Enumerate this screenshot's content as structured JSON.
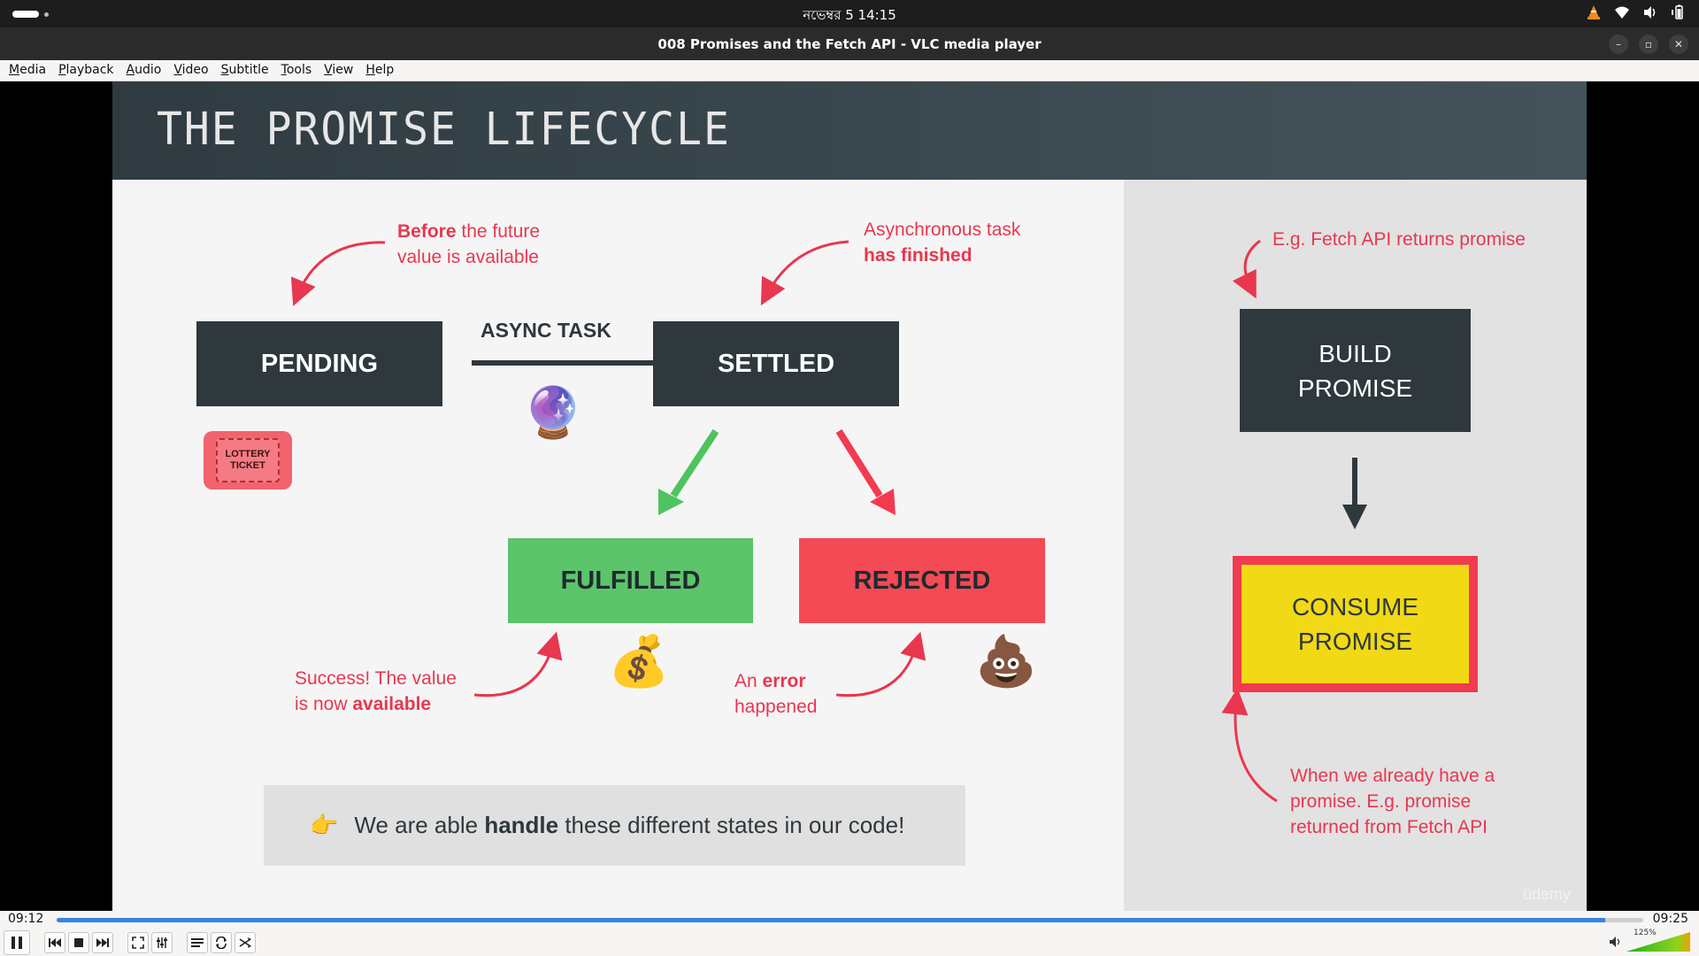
{
  "system_bar": {
    "clock": "নভেম্বর 5  14:15"
  },
  "window": {
    "title": "008 Promises and the Fetch API - VLC media player",
    "minimize": "–",
    "maximize": "▫",
    "close": "✕"
  },
  "menu": {
    "items": [
      {
        "label": "Media",
        "mnemonic": "M",
        "rest": "edia"
      },
      {
        "label": "Playback",
        "mnemonic": "P",
        "rest": "layback"
      },
      {
        "label": "Audio",
        "mnemonic": "A",
        "rest": "udio"
      },
      {
        "label": "Video",
        "mnemonic": "V",
        "rest": "ideo"
      },
      {
        "label": "Subtitle",
        "mnemonic": "S",
        "rest": "ubtitle"
      },
      {
        "label": "Tools",
        "mnemonic": "T",
        "rest": "ools"
      },
      {
        "label": "View",
        "mnemonic": "V",
        "rest": "iew"
      },
      {
        "label": "Help",
        "mnemonic": "H",
        "rest": "elp"
      }
    ]
  },
  "slide": {
    "title": "THE PROMISE LIFECYCLE",
    "pending": "PENDING",
    "async_task": "ASYNC TASK",
    "settled": "SETTLED",
    "fulfilled": "FULFILLED",
    "rejected": "REJECTED",
    "build_promise_1": "BUILD",
    "build_promise_2": "PROMISE",
    "consume_promise_1": "CONSUME",
    "consume_promise_2": "PROMISE",
    "ticket_1": "LOTTERY",
    "ticket_2": "TICKET",
    "note_before_bold": "Before",
    "note_before_rest": " the future",
    "note_before_line2": "value is available",
    "note_async_line1": "Asynchronous task",
    "note_async_bold": "has finished",
    "note_fetch": "E.g. Fetch API returns promise",
    "note_success_line1": "Success! The value",
    "note_success_pre": "is now ",
    "note_success_bold": "available",
    "note_error_pre": "An ",
    "note_error_bold": "error",
    "note_error_line2": "happened",
    "note_consume_line1": "When we already have a",
    "note_consume_line2": "promise. E.g. promise",
    "note_consume_line3": "returned from Fetch API",
    "callout_pre": "We are able ",
    "callout_bold": "handle",
    "callout_post": " these different states in our code!",
    "watermark": "ûdemy",
    "emoji_crystal": "🔮",
    "emoji_money": "💰",
    "emoji_poop": "💩",
    "emoji_hand": "👉"
  },
  "player": {
    "elapsed": "09:12",
    "total": "09:25",
    "progress_fraction": 0.976,
    "volume_label": "125%",
    "volume_fraction": 1.0
  },
  "colors": {
    "accent_red": "#e8374f",
    "dark_box": "#2e383d",
    "fulfilled_green": "#5cc46b",
    "rejected_red": "#f44a55",
    "consume_yellow": "#f1d916",
    "seek_blue": "#3584e4"
  }
}
